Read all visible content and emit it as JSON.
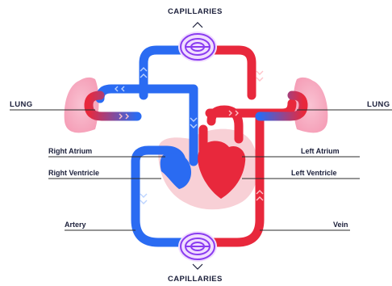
{
  "labels": {
    "capillaries_top": "CAPILLARIES",
    "capillaries_bottom": "CAPILLARIES",
    "lung_left": "LUNG",
    "lung_right": "LUNG",
    "right_atrium": "Right Atrium",
    "right_ventricle": "Right Ventricle",
    "left_atrium": "Left Atrium",
    "left_ventricle": "Left Ventricle",
    "artery": "Artery",
    "vein": "Vein"
  },
  "colors": {
    "oxygen_poor": "#2a6bf2",
    "oxygen_rich": "#e8283c",
    "capillary": "#8a3cf0",
    "lung": "#f7b7c8",
    "heart_bg": "#f6c9cf",
    "text": "#1b1f3a",
    "leader_line": "#2b2b2b"
  }
}
